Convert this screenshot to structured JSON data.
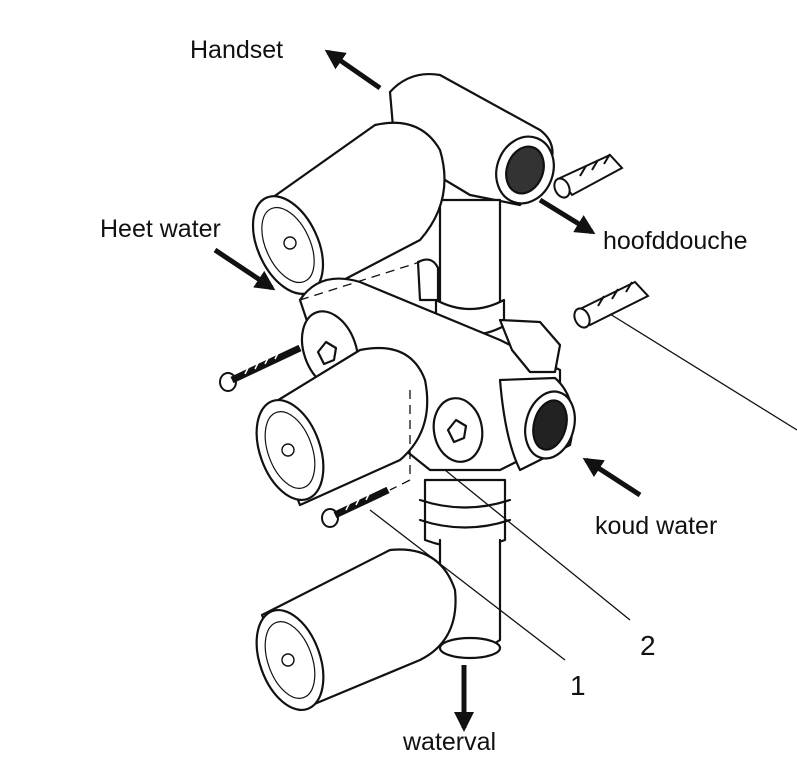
{
  "labels": {
    "handset": "Handset",
    "hoofddouche": "hoofddouche",
    "heet_water": "Heet water",
    "koud_water": "koud water",
    "waterval": "waterval",
    "part_1": "1",
    "part_2": "2"
  },
  "colors": {
    "line": "#111111",
    "fill": "#ffffff",
    "thread": "#333333"
  },
  "icons": [
    "arrow-icon",
    "screw-icon",
    "wall-plug-icon",
    "valve-handle-icon"
  ]
}
